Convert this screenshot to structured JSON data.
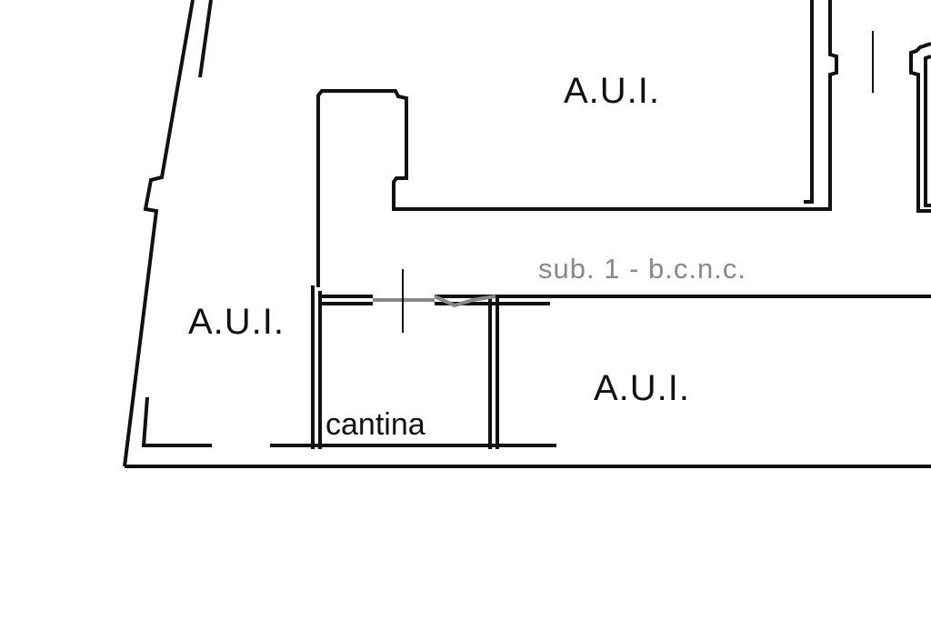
{
  "colors": {
    "wall": "#111111",
    "muted": "#888888",
    "background": "#ffffff"
  },
  "labels": {
    "aui_top": "A.U.I.",
    "aui_left": "A.U.I.",
    "aui_right": "A.U.I.",
    "sub_corridor": "sub. 1 - b.c.n.c.",
    "cantina": "cantina"
  }
}
